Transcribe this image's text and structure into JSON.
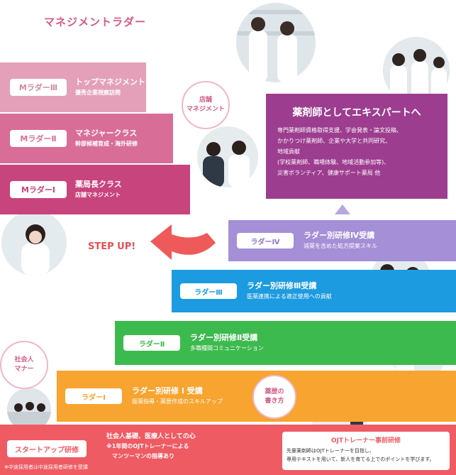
{
  "title": "マネジメントラダー",
  "mladders": [
    {
      "tag": "MラダーⅢ",
      "title": "トップマネジメント",
      "sub": "優秀企業視察訪問",
      "color": "#e4a0b8",
      "tagColor": "#d08aa5"
    },
    {
      "tag": "MラダーⅡ",
      "title": "マネジャークラス",
      "sub": "幹部候補育成・海外研修",
      "color": "#d86e98",
      "tagColor": "#d86e98"
    },
    {
      "tag": "MラダーⅠ",
      "title": "薬局長クラス",
      "sub": "店舗マネジメント",
      "color": "#c8447c",
      "tagColor": "#c8447c"
    }
  ],
  "store_mgmt": "店舗\nマネジメント",
  "step_up": "STEP UP!",
  "expert": {
    "heading": "薬剤師としてエキスパートへ",
    "lines": [
      "専門薬剤師資格取得支援、学会発表・論文投稿、",
      "かかりつけ薬剤師、企業や大学と共同研究、",
      "地域貢献",
      "(学校薬剤師、職場体験、地域活動参加等)、",
      "災害ボランティア、健康サポート薬局 他"
    ]
  },
  "steps": [
    {
      "tag": "ラダーⅣ",
      "title": "ラダー別研修Ⅳ受講",
      "sub": "減薬を含めた処方提案スキル",
      "color": "#a58fd6",
      "tagColor": "#8f78c9"
    },
    {
      "tag": "ラダーⅢ",
      "title": "ラダー別研修Ⅲ受講",
      "sub": "医薬連携による適正使用への貢献",
      "color": "#1d9be0",
      "tagColor": "#1d9be0"
    },
    {
      "tag": "ラダーⅡ",
      "title": "ラダー別研修Ⅱ受講",
      "sub": "多職種間コミュニケーション",
      "color": "#3dba4e",
      "tagColor": "#3dba4e"
    },
    {
      "tag": "ラダーⅠ",
      "title": "ラダー別研修 Ⅰ 受講",
      "sub": "服薬指導・薬歴作成のスキルアップ",
      "color": "#f7a430",
      "tagColor": "#f7a430"
    }
  ],
  "social_manner": "社会人\nマナー",
  "drug_history": "薬歴の\n書き方",
  "startup": {
    "tag": "スタートアップ研修",
    "lines": [
      "社会人基礎、医療人としての心",
      "※1年間のOJTトレーナーによる",
      "　マンツーマンの指導あり"
    ],
    "note": "※中途採用者は中途採用者研修を受講",
    "color": "#ef5b63"
  },
  "ojt": {
    "heading": "OJTトレーナー事前研修",
    "lines": [
      "先輩薬剤師はOJTトレーナーを目指し、",
      "専用テキストを用いて、新人を育てる上でのポイントを学びます。"
    ]
  }
}
